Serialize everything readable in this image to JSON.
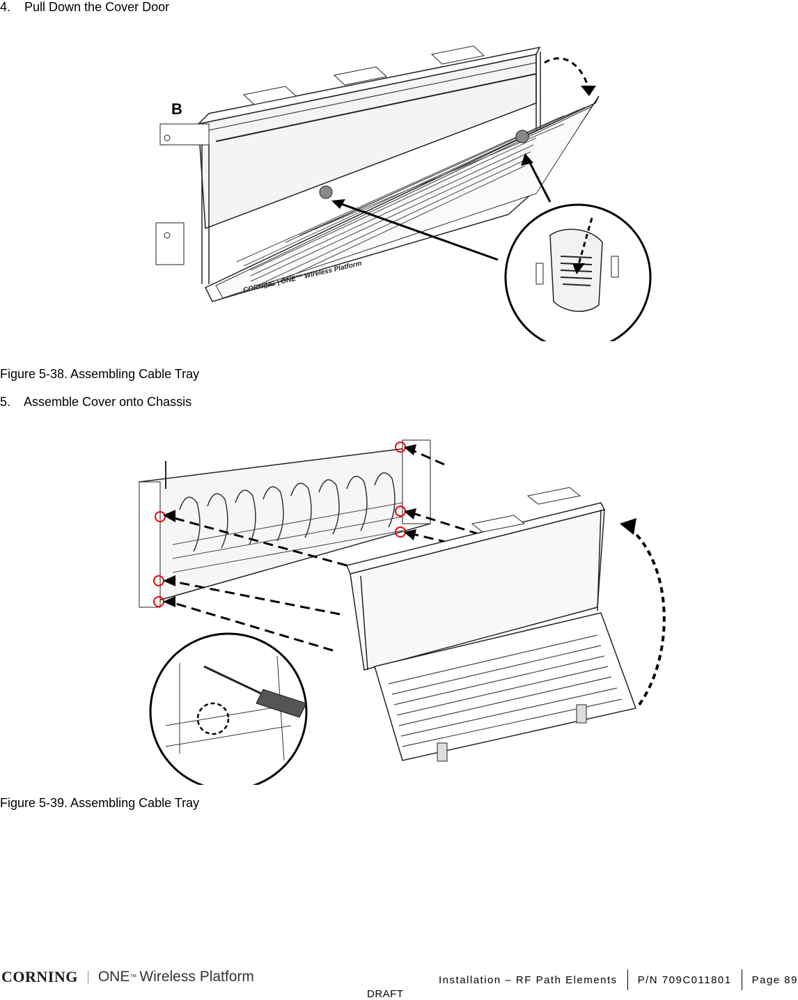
{
  "steps": {
    "step4": "4.    Pull Down the Cover Door",
    "step5": "5.    Assemble Cover onto Chassis"
  },
  "figures": {
    "fig38_caption": "Figure 5-38. Assembling Cable Tray",
    "fig38_label_b": "B",
    "fig38_brand_print": "CORNING  |  ONE™ Wireless Platform",
    "fig39_caption": "Figure 5-39. Assembling Cable Tray"
  },
  "footer": {
    "logo_corning": "CORNING",
    "logo_one": "ONE",
    "logo_tm": "™",
    "logo_platform": "Wireless Platform",
    "section": "Installation – RF Path Elements",
    "part_number": "P/N 709C011801",
    "page": "Page 89",
    "draft": "DRAFT"
  }
}
